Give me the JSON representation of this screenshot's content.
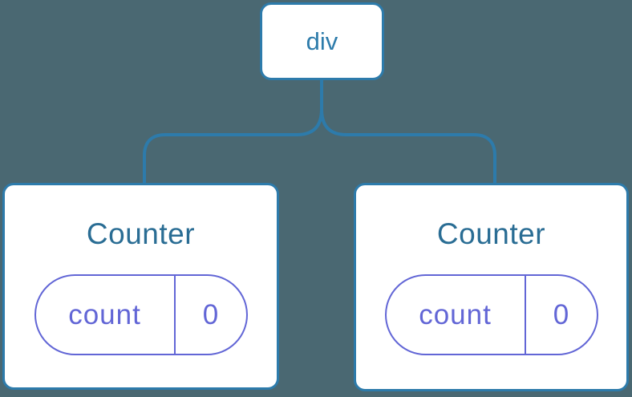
{
  "diagram": {
    "root": {
      "label": "div"
    },
    "children": [
      {
        "title": "Counter",
        "state": [
          {
            "name": "count",
            "value": "0"
          }
        ]
      },
      {
        "title": "Counter",
        "state": [
          {
            "name": "count",
            "value": "0"
          }
        ]
      }
    ]
  },
  "colors": {
    "background": "#4a6872",
    "line": "#2d7bab",
    "node_fill": "#ffffff",
    "root_text": "#2e7cab",
    "component_title": "#2a6d94",
    "state_accent": "#6266d6"
  }
}
